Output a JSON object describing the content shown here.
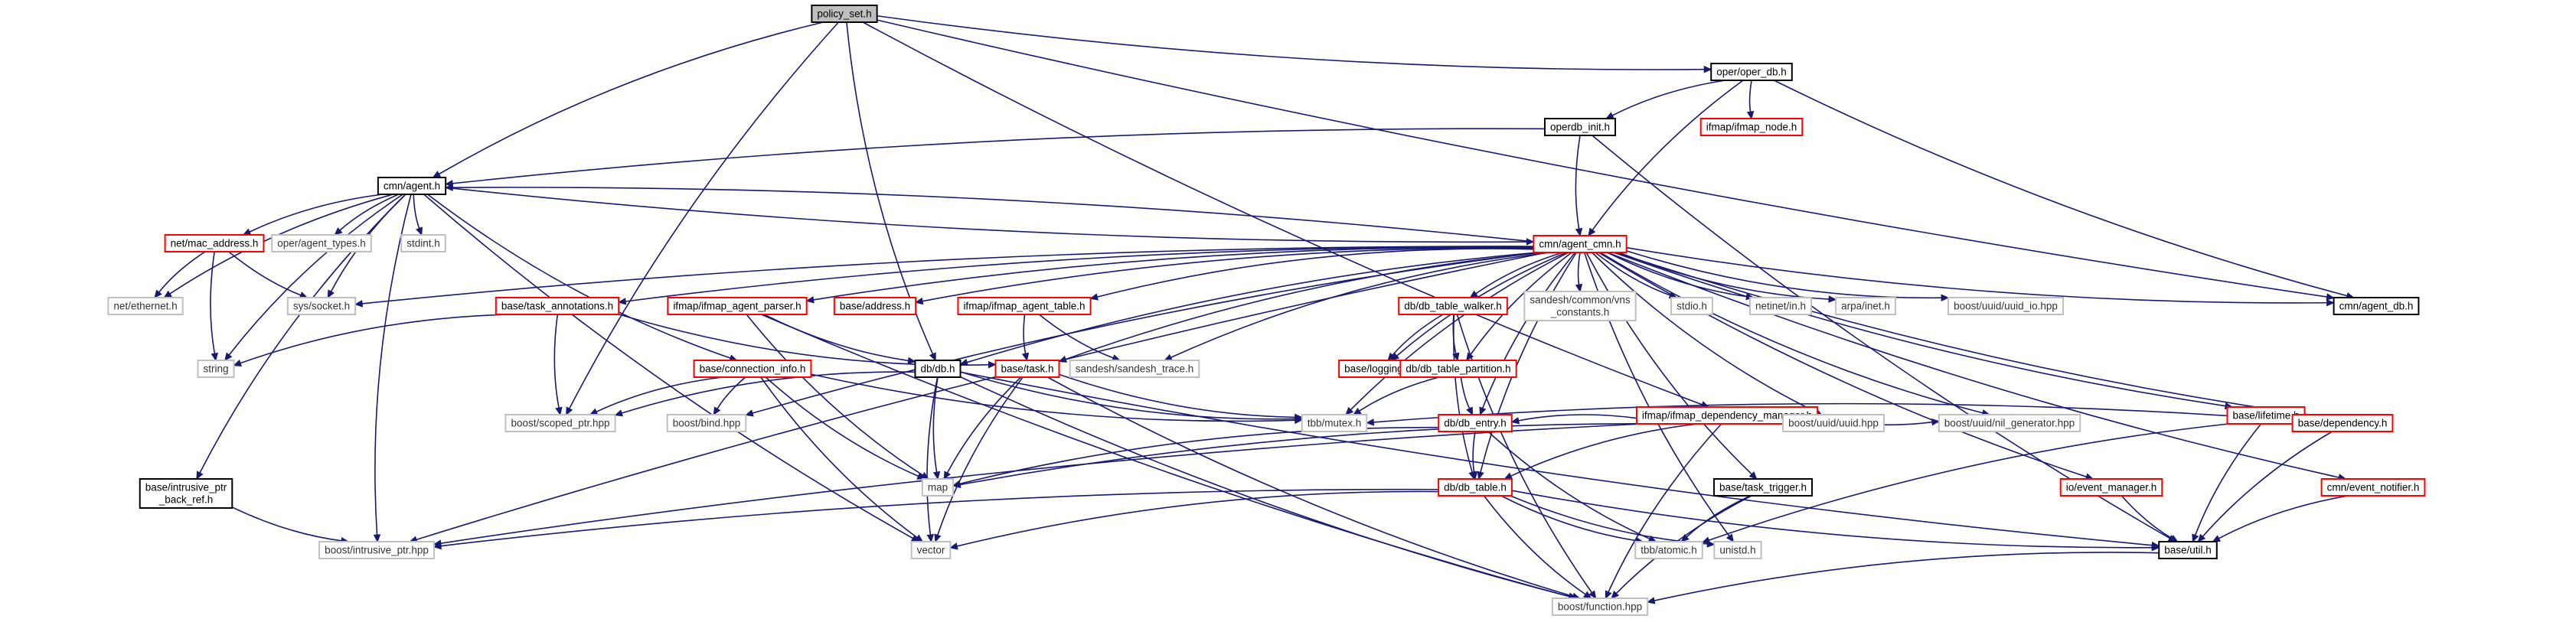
{
  "diagram": {
    "colors": {
      "root_fill": "#bfbfbf",
      "documented_border": "#000000",
      "undocumented_border": "#ff0000",
      "external_border": "#bfbfbf",
      "edge": "#191970"
    },
    "nodes": [
      {
        "id": "policy_set",
        "label": "policy_set.h",
        "kind": "root"
      },
      {
        "id": "oper_db",
        "label": "oper/oper_db.h",
        "kind": "doc"
      },
      {
        "id": "ifmap_node",
        "label": "ifmap/ifmap_node.h",
        "kind": "red"
      },
      {
        "id": "operdb_init",
        "label": "operdb_init.h",
        "kind": "doc"
      },
      {
        "id": "agent",
        "label": "cmn/agent.h",
        "kind": "doc"
      },
      {
        "id": "agent_cmn",
        "label": "cmn/agent_cmn.h",
        "kind": "red"
      },
      {
        "id": "mac_address",
        "label": "net/mac_address.h",
        "kind": "red"
      },
      {
        "id": "agent_types",
        "label": "oper/agent_types.h",
        "kind": "ext"
      },
      {
        "id": "stdint",
        "label": "stdint.h",
        "kind": "ext"
      },
      {
        "id": "ethernet",
        "label": "net/ethernet.h",
        "kind": "ext"
      },
      {
        "id": "socket",
        "label": "sys/socket.h",
        "kind": "ext"
      },
      {
        "id": "string",
        "label": "string",
        "kind": "ext"
      },
      {
        "id": "task_annotations",
        "label": "base/task_annotations.h",
        "kind": "red"
      },
      {
        "id": "ifmap_agent_parser",
        "label": "ifmap/ifmap_agent_parser.h",
        "kind": "red"
      },
      {
        "id": "base_address",
        "label": "base/address.h",
        "kind": "red"
      },
      {
        "id": "ifmap_agent_table",
        "label": "ifmap/ifmap_agent_table.h",
        "kind": "red"
      },
      {
        "id": "db_table_walker",
        "label": "db/db_table_walker.h",
        "kind": "red"
      },
      {
        "id": "vns_constants",
        "label": "sandesh/common/vns\n_constants.h",
        "kind": "ext"
      },
      {
        "id": "stdio",
        "label": "stdio.h",
        "kind": "ext"
      },
      {
        "id": "netinet_in",
        "label": "netinet/in.h",
        "kind": "ext"
      },
      {
        "id": "arpa_inet",
        "label": "arpa/inet.h",
        "kind": "ext"
      },
      {
        "id": "uuid_io",
        "label": "boost/uuid/uuid_io.hpp",
        "kind": "ext"
      },
      {
        "id": "agent_db",
        "label": "cmn/agent_db.h",
        "kind": "doc"
      },
      {
        "id": "connection_info",
        "label": "base/connection_info.h",
        "kind": "red"
      },
      {
        "id": "db",
        "label": "db/db.h",
        "kind": "doc"
      },
      {
        "id": "base_task",
        "label": "base/task.h",
        "kind": "red"
      },
      {
        "id": "sandesh_trace",
        "label": "sandesh/sandesh_trace.h",
        "kind": "ext"
      },
      {
        "id": "base_logging",
        "label": "base/logging.h",
        "kind": "red"
      },
      {
        "id": "db_table_partition",
        "label": "db/db_table_partition.h",
        "kind": "red"
      },
      {
        "id": "ifmap_dependency_manager",
        "label": "ifmap/ifmap_dependency_manager.h",
        "kind": "red"
      },
      {
        "id": "base_lifetime",
        "label": "base/lifetime.h",
        "kind": "red"
      },
      {
        "id": "scoped_ptr",
        "label": "boost/scoped_ptr.hpp",
        "kind": "ext"
      },
      {
        "id": "boost_bind",
        "label": "boost/bind.hpp",
        "kind": "ext"
      },
      {
        "id": "tbb_mutex",
        "label": "tbb/mutex.h",
        "kind": "ext"
      },
      {
        "id": "db_entry",
        "label": "db/db_entry.h",
        "kind": "red"
      },
      {
        "id": "uuid_hpp",
        "label": "boost/uuid/uuid.hpp",
        "kind": "ext"
      },
      {
        "id": "nil_generator",
        "label": "boost/uuid/nil_generator.hpp",
        "kind": "ext"
      },
      {
        "id": "base_dependency",
        "label": "base/dependency.h",
        "kind": "red"
      },
      {
        "id": "map",
        "label": "map",
        "kind": "ext"
      },
      {
        "id": "intrusive_ptr_back_ref",
        "label": "base/intrusive_ptr\n_back_ref.h",
        "kind": "doc"
      },
      {
        "id": "db_table",
        "label": "db/db_table.h",
        "kind": "red"
      },
      {
        "id": "task_trigger",
        "label": "base/task_trigger.h",
        "kind": "doc"
      },
      {
        "id": "event_manager",
        "label": "io/event_manager.h",
        "kind": "red"
      },
      {
        "id": "event_notifier",
        "label": "cmn/event_notifier.h",
        "kind": "red"
      },
      {
        "id": "intrusive_ptr",
        "label": "boost/intrusive_ptr.hpp",
        "kind": "ext"
      },
      {
        "id": "vector",
        "label": "vector",
        "kind": "ext"
      },
      {
        "id": "tbb_atomic",
        "label": "tbb/atomic.h",
        "kind": "ext"
      },
      {
        "id": "unistd",
        "label": "unistd.h",
        "kind": "ext"
      },
      {
        "id": "base_util",
        "label": "base/util.h",
        "kind": "doc"
      },
      {
        "id": "boost_function",
        "label": "boost/function.hpp",
        "kind": "ext"
      }
    ],
    "edges": [
      [
        "policy_set",
        "oper_db"
      ],
      [
        "policy_set",
        "agent"
      ],
      [
        "policy_set",
        "agent_db"
      ],
      [
        "policy_set",
        "db"
      ],
      [
        "policy_set",
        "scoped_ptr"
      ],
      [
        "policy_set",
        "ifmap_dependency_manager"
      ],
      [
        "oper_db",
        "ifmap_node"
      ],
      [
        "oper_db",
        "operdb_init"
      ],
      [
        "oper_db",
        "agent_cmn"
      ],
      [
        "oper_db",
        "agent_db"
      ],
      [
        "operdb_init",
        "agent"
      ],
      [
        "operdb_init",
        "agent_cmn"
      ],
      [
        "operdb_init",
        "base_util"
      ],
      [
        "agent",
        "agent_cmn"
      ],
      [
        "agent",
        "mac_address"
      ],
      [
        "agent",
        "agent_types"
      ],
      [
        "agent",
        "stdint"
      ],
      [
        "agent",
        "ethernet"
      ],
      [
        "agent",
        "socket"
      ],
      [
        "agent",
        "string"
      ],
      [
        "agent",
        "intrusive_ptr_back_ref"
      ],
      [
        "agent",
        "intrusive_ptr"
      ],
      [
        "agent",
        "connection_info"
      ],
      [
        "agent",
        "vector"
      ],
      [
        "agent_cmn",
        "agent"
      ],
      [
        "agent_cmn",
        "socket"
      ],
      [
        "agent_cmn",
        "task_annotations"
      ],
      [
        "agent_cmn",
        "ifmap_agent_parser"
      ],
      [
        "agent_cmn",
        "base_address"
      ],
      [
        "agent_cmn",
        "ifmap_agent_table"
      ],
      [
        "agent_cmn",
        "db_table_walker"
      ],
      [
        "agent_cmn",
        "vns_constants"
      ],
      [
        "agent_cmn",
        "stdio"
      ],
      [
        "agent_cmn",
        "netinet_in"
      ],
      [
        "agent_cmn",
        "arpa_inet"
      ],
      [
        "agent_cmn",
        "uuid_io"
      ],
      [
        "agent_cmn",
        "agent_db"
      ],
      [
        "agent_cmn",
        "db"
      ],
      [
        "agent_cmn",
        "base_task"
      ],
      [
        "agent_cmn",
        "sandesh_trace"
      ],
      [
        "agent_cmn",
        "base_logging"
      ],
      [
        "agent_cmn",
        "db_table_partition"
      ],
      [
        "agent_cmn",
        "db_table"
      ],
      [
        "agent_cmn",
        "uuid_hpp"
      ],
      [
        "agent_cmn",
        "nil_generator"
      ],
      [
        "agent_cmn",
        "base_lifetime"
      ],
      [
        "agent_cmn",
        "base_dependency"
      ],
      [
        "agent_cmn",
        "event_manager"
      ],
      [
        "agent_cmn",
        "event_notifier"
      ],
      [
        "agent_cmn",
        "unistd"
      ],
      [
        "agent_cmn",
        "tbb_mutex"
      ],
      [
        "agent_cmn",
        "boost_bind"
      ],
      [
        "agent_cmn",
        "intrusive_ptr"
      ],
      [
        "agent_cmn",
        "task_trigger"
      ],
      [
        "agent_cmn",
        "db_entry"
      ],
      [
        "mac_address",
        "ethernet"
      ],
      [
        "mac_address",
        "socket"
      ],
      [
        "mac_address",
        "string"
      ],
      [
        "task_annotations",
        "string"
      ],
      [
        "task_annotations",
        "scoped_ptr"
      ],
      [
        "task_annotations",
        "base_task"
      ],
      [
        "ifmap_agent_parser",
        "db"
      ],
      [
        "ifmap_agent_parser",
        "map"
      ],
      [
        "ifmap_agent_parser",
        "boost_function"
      ],
      [
        "ifmap_agent_table",
        "base_task"
      ],
      [
        "ifmap_agent_table",
        "sandesh_trace"
      ],
      [
        "db_table_walker",
        "base_logging"
      ],
      [
        "db_table_walker",
        "db_table_partition"
      ],
      [
        "db_table_walker",
        "db_table"
      ],
      [
        "db_table_walker",
        "boost_function"
      ],
      [
        "connection_info",
        "scoped_ptr"
      ],
      [
        "connection_info",
        "boost_bind"
      ],
      [
        "connection_info",
        "map"
      ],
      [
        "connection_info",
        "vector"
      ],
      [
        "connection_info",
        "tbb_mutex"
      ],
      [
        "db",
        "scoped_ptr"
      ],
      [
        "db",
        "map"
      ],
      [
        "db",
        "vector"
      ],
      [
        "db",
        "tbb_mutex"
      ],
      [
        "db",
        "boost_function"
      ],
      [
        "db",
        "base_util"
      ],
      [
        "base_task",
        "map"
      ],
      [
        "base_task",
        "vector"
      ],
      [
        "base_task",
        "tbb_mutex"
      ],
      [
        "base_task",
        "boost_function"
      ],
      [
        "db_table_partition",
        "tbb_mutex"
      ],
      [
        "db_table_partition",
        "db_entry"
      ],
      [
        "ifmap_dependency_manager",
        "map"
      ],
      [
        "ifmap_dependency_manager",
        "db_entry"
      ],
      [
        "ifmap_dependency_manager",
        "db_table"
      ],
      [
        "ifmap_dependency_manager",
        "uuid_hpp"
      ],
      [
        "ifmap_dependency_manager",
        "nil_generator"
      ],
      [
        "ifmap_dependency_manager",
        "intrusive_ptr"
      ],
      [
        "ifmap_dependency_manager",
        "boost_function"
      ],
      [
        "base_lifetime",
        "tbb_mutex"
      ],
      [
        "base_lifetime",
        "base_dependency"
      ],
      [
        "base_lifetime",
        "base_util"
      ],
      [
        "base_lifetime",
        "tbb_atomic"
      ],
      [
        "db_entry",
        "map"
      ],
      [
        "db_entry",
        "db_table"
      ],
      [
        "db_entry",
        "tbb_atomic"
      ],
      [
        "base_dependency",
        "base_util"
      ],
      [
        "intrusive_ptr_back_ref",
        "intrusive_ptr"
      ],
      [
        "db_table",
        "intrusive_ptr"
      ],
      [
        "db_table",
        "vector"
      ],
      [
        "db_table",
        "tbb_atomic"
      ],
      [
        "db_table",
        "unistd"
      ],
      [
        "db_table",
        "base_util"
      ],
      [
        "db_table",
        "boost_function"
      ],
      [
        "task_trigger",
        "tbb_atomic"
      ],
      [
        "task_trigger",
        "boost_function"
      ],
      [
        "event_manager",
        "base_util"
      ],
      [
        "event_notifier",
        "base_util"
      ],
      [
        "base_util",
        "boost_function"
      ]
    ]
  }
}
